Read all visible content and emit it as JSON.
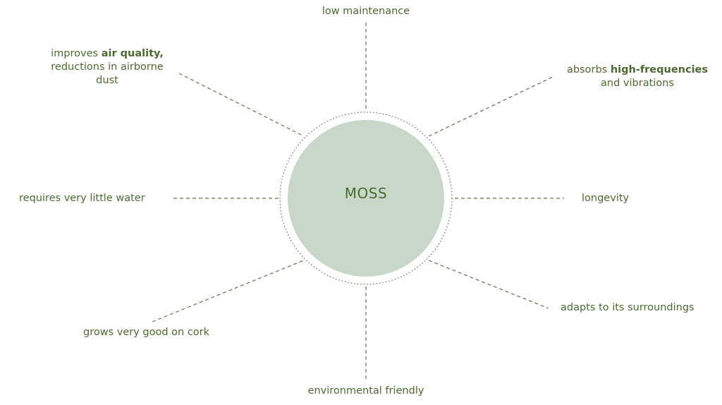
{
  "center": {
    "title": "MOSS"
  },
  "colors": {
    "text": "#4b6a2f",
    "line": "#6b6b4a",
    "circle_fill": "#c8d8c8",
    "ring": "#6b6b4a"
  },
  "labels": {
    "top": "low maintenance",
    "top_left": {
      "line1_a": "improves ",
      "line1_b": "air quality,",
      "line2": "reductions in airborne",
      "line3": "dust"
    },
    "top_right": {
      "line1_a": "absorbs ",
      "line1_b": "high-frequencies",
      "line2": "and vibrations"
    },
    "left": "requires very little water",
    "right": "longevity",
    "bottom_left": "grows very good on cork",
    "bottom_right": "adapts to its surroundings",
    "bottom": "environmental friendly"
  }
}
